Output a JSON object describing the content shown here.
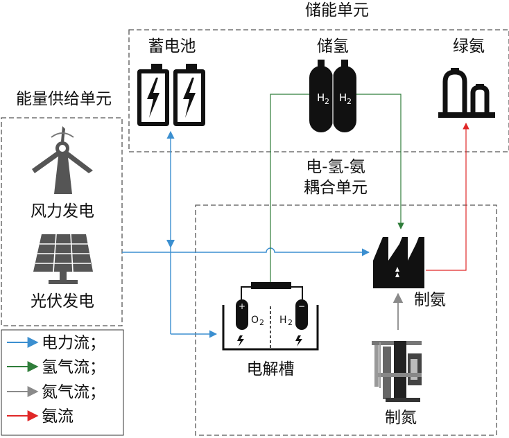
{
  "units": {
    "storage": "储能单元",
    "supply": "能量供给单元",
    "coupling_line1": "电-氢-氨",
    "coupling_line2": "耦合单元"
  },
  "components": {
    "battery": "蓄电池",
    "h2_storage": "储氢",
    "green_ammonia": "绿氨",
    "wind": "风力发电",
    "solar": "光伏发电",
    "ammonia_plant": "制氨",
    "electrolyzer": "电解槽",
    "nitrogen_plant": "制氮"
  },
  "tank_text": "H",
  "tank_sub": "2",
  "electrolyzer_cells": {
    "left": "O",
    "right": "H",
    "sub": "2"
  },
  "legend": [
    {
      "label": "电力流；",
      "color": "#3b8fd0"
    },
    {
      "label": "氢气流；",
      "color": "#2f7d3a"
    },
    {
      "label": "氮气流；",
      "color": "#8a8a8a"
    },
    {
      "label": "氨流",
      "color": "#e02727"
    }
  ],
  "colors": {
    "power": "#3b8fd0",
    "hydrogen": "#2f7d3a",
    "nitrogen": "#8a8a8a",
    "ammonia": "#e02727"
  }
}
